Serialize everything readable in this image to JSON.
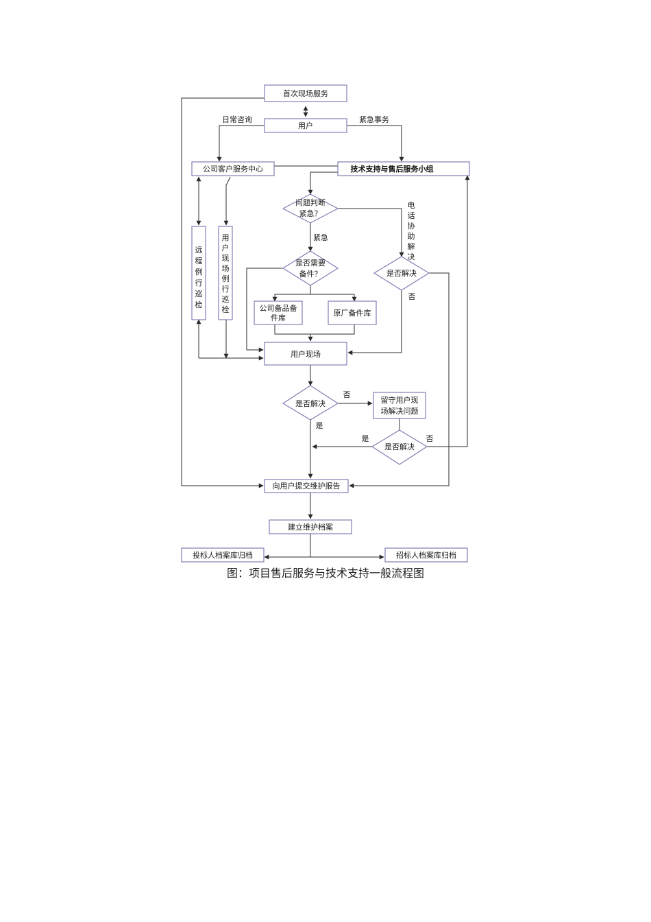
{
  "nodes": {
    "first_visit": "首次现场服务",
    "user": "用户",
    "service_center": "公司客户服务中心",
    "tech_team": "技术支持与售后服务小组",
    "judge_urgent": [
      "问题判断",
      "紧急？"
    ],
    "need_parts": [
      "是否需要",
      "备件？"
    ],
    "solved_phone": "是否解决",
    "company_parts": [
      "公司备品备",
      "件库"
    ],
    "factory_parts": "原厂备件库",
    "user_site": "用户现场",
    "solved_site": "是否解决",
    "stay_on_site": [
      "留守用户现",
      "场解决问题"
    ],
    "solved_stay": "是否解决",
    "submit_report": "向用户提交维护报告",
    "create_archive": "建立维护档案",
    "bid_archive": "投标人档案库归档",
    "tender_archive": "招标人档案库归档",
    "remote_inspection": [
      "远",
      "程",
      "例",
      "行",
      "巡",
      "检"
    ],
    "site_inspection": [
      "用",
      "户",
      "现",
      "场",
      "例",
      "行",
      "巡",
      "检"
    ]
  },
  "labels": {
    "daily_consult": "日常咨询",
    "urgent_matter": "紧急事务",
    "urgent": "紧急",
    "phone_assist": [
      "电",
      "话",
      "协",
      "助",
      "解",
      "决"
    ],
    "no_phone": "否",
    "no_site": "否",
    "yes_site": "是",
    "yes_stay": "是",
    "no_stay": "否"
  },
  "caption": "图：项目售后服务与技术支持一般流程图"
}
